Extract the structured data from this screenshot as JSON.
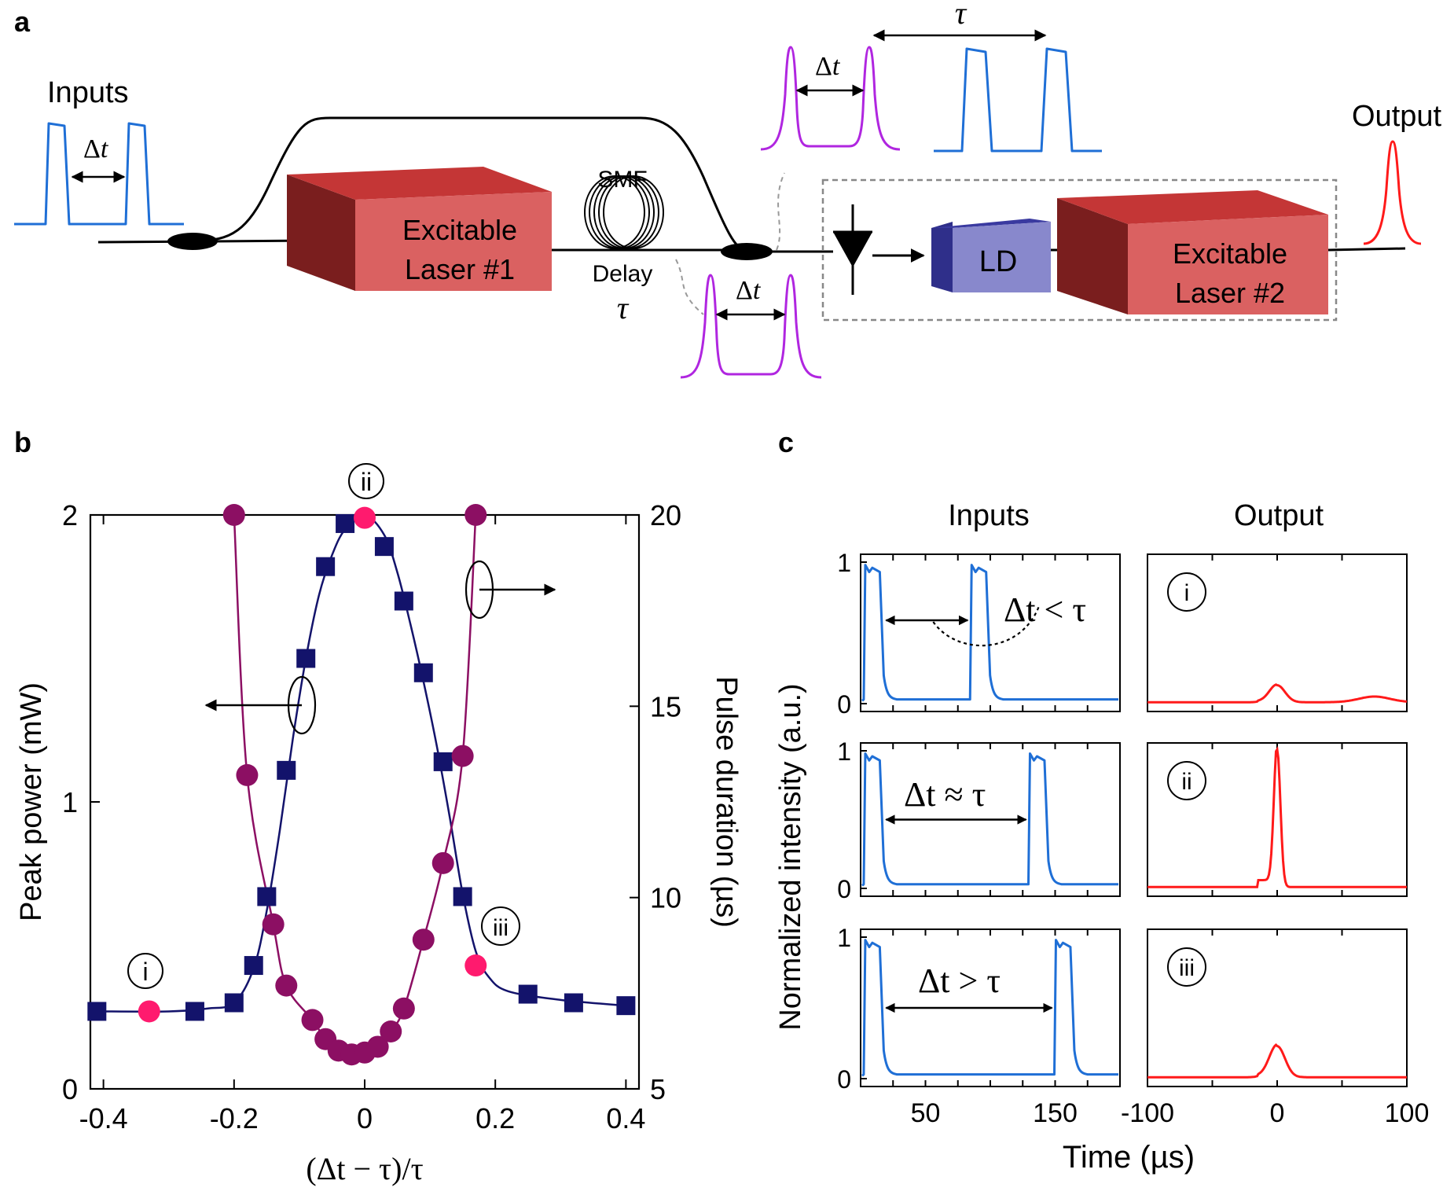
{
  "panels": {
    "a": {
      "letter": "a",
      "inputs_label": "Inputs",
      "output_label": "Output",
      "delta_t": "Δt",
      "tau": "τ",
      "laser1_line1": "Excitable",
      "laser1_line2": "Laser #1",
      "laser2_line1": "Excitable",
      "laser2_line2": "Laser #2",
      "smf_label": "SMF",
      "delay_label": "Delay",
      "ld_label": "LD"
    },
    "b": {
      "letter": "b",
      "callouts": {
        "i": "i",
        "ii": "ii",
        "iii": "iii"
      }
    },
    "c": {
      "letter": "c",
      "col_inputs": "Inputs",
      "col_output": "Output",
      "ylabel": "Normalized intensity (a.u.)",
      "xlabel": "Time (µs)",
      "rows": [
        {
          "roman": "i",
          "annotation": "Δt < τ"
        },
        {
          "roman": "ii",
          "annotation": "Δt ≈ τ"
        },
        {
          "roman": "iii",
          "annotation": "Δt > τ"
        }
      ],
      "left_xticks": [
        "50",
        "150"
      ],
      "right_xticks": [
        "-100",
        "0",
        "100"
      ],
      "yticks": [
        "0",
        "1"
      ]
    }
  },
  "chart_data": [
    {
      "type": "scatter",
      "panel": "b",
      "xlabel": "(Δt − τ)/τ",
      "ylabel": "Peak power (mW)",
      "ylabel_right": "Pulse duration (µs)",
      "xlim": [
        -0.42,
        0.42
      ],
      "ylim": [
        0,
        2
      ],
      "ylim_right": [
        5,
        20
      ],
      "xticks": [
        "-0.4",
        "-0.2",
        "0",
        "0.2",
        "0.4"
      ],
      "yticks": [
        "0",
        "1",
        "2"
      ],
      "yticks_right": [
        "5",
        "10",
        "15",
        "20"
      ],
      "series": [
        {
          "marker": "square",
          "color": "#13136b",
          "axis": "left",
          "points": [
            [
              -0.41,
              0.27
            ],
            [
              -0.26,
              0.27
            ],
            [
              -0.2,
              0.3
            ],
            [
              -0.17,
              0.43
            ],
            [
              -0.15,
              0.67
            ],
            [
              -0.12,
              1.11
            ],
            [
              -0.09,
              1.5
            ],
            [
              -0.06,
              1.82
            ],
            [
              -0.03,
              1.97
            ],
            [
              0.03,
              1.89
            ],
            [
              0.06,
              1.7
            ],
            [
              0.09,
              1.45
            ],
            [
              0.12,
              1.14
            ],
            [
              0.15,
              0.67
            ],
            [
              0.25,
              0.33
            ],
            [
              0.32,
              0.3
            ],
            [
              0.4,
              0.29
            ]
          ],
          "fit": [
            [
              -0.41,
              0.27
            ],
            [
              -0.3,
              0.27
            ],
            [
              -0.24,
              0.28
            ],
            [
              -0.2,
              0.3
            ],
            [
              -0.17,
              0.42
            ],
            [
              -0.15,
              0.62
            ],
            [
              -0.13,
              0.9
            ],
            [
              -0.11,
              1.22
            ],
            [
              -0.09,
              1.5
            ],
            [
              -0.07,
              1.72
            ],
            [
              -0.05,
              1.86
            ],
            [
              -0.03,
              1.95
            ],
            [
              0,
              2.0
            ],
            [
              0.03,
              1.93
            ],
            [
              0.05,
              1.8
            ],
            [
              0.07,
              1.62
            ],
            [
              0.09,
              1.42
            ],
            [
              0.11,
              1.2
            ],
            [
              0.13,
              0.95
            ],
            [
              0.15,
              0.68
            ],
            [
              0.17,
              0.48
            ],
            [
              0.19,
              0.39
            ],
            [
              0.22,
              0.34
            ],
            [
              0.3,
              0.31
            ],
            [
              0.4,
              0.29
            ]
          ]
        },
        {
          "marker": "circle",
          "color": "#8c0f63",
          "axis": "right",
          "points": [
            [
              -0.2,
              20.0
            ],
            [
              -0.18,
              13.2
            ],
            [
              -0.14,
              9.3
            ],
            [
              -0.12,
              7.7
            ],
            [
              -0.08,
              6.8
            ],
            [
              -0.06,
              6.3
            ],
            [
              -0.04,
              6.0
            ],
            [
              -0.02,
              5.9
            ],
            [
              0.0,
              5.95
            ],
            [
              0.02,
              6.1
            ],
            [
              0.04,
              6.5
            ],
            [
              0.06,
              7.1
            ],
            [
              0.09,
              8.9
            ],
            [
              0.12,
              10.9
            ],
            [
              0.15,
              13.7
            ],
            [
              0.17,
              20.0
            ]
          ],
          "fit": [
            [
              -0.2,
              20.0
            ],
            [
              -0.18,
              13.2
            ],
            [
              -0.14,
              9.3
            ],
            [
              -0.12,
              7.7
            ],
            [
              -0.08,
              6.8
            ],
            [
              -0.06,
              6.3
            ],
            [
              -0.04,
              6.0
            ],
            [
              -0.02,
              5.9
            ],
            [
              0.0,
              5.95
            ],
            [
              0.02,
              6.1
            ],
            [
              0.04,
              6.5
            ],
            [
              0.06,
              7.1
            ],
            [
              0.09,
              8.9
            ],
            [
              0.12,
              10.9
            ],
            [
              0.15,
              13.7
            ],
            [
              0.17,
              20.0
            ]
          ]
        },
        {
          "marker": "circle",
          "color": "#ff1a6e",
          "axis": "left",
          "points": [
            [
              -0.33,
              0.27
            ],
            [
              0.0,
              1.99
            ],
            [
              0.17,
              0.43
            ]
          ]
        }
      ]
    },
    {
      "type": "line",
      "panel": "c",
      "rows": [
        {
          "inputs_xlim": [
            0,
            200
          ],
          "inputs_pulses": [
            [
              3,
              16
            ],
            [
              85,
              98
            ]
          ],
          "output_xlim": [
            -100,
            100
          ],
          "output_peak": {
            "center": 0,
            "height": 0.12,
            "width": 6
          },
          "output_bump": {
            "center": 75,
            "height": 0.04,
            "width": 12
          }
        },
        {
          "inputs_xlim": [
            0,
            200
          ],
          "inputs_pulses": [
            [
              3,
              16
            ],
            [
              130,
              143
            ]
          ],
          "output_xlim": [
            -100,
            100
          ],
          "output_peak": {
            "center": 0,
            "height": 1.0,
            "width": 2.5
          }
        },
        {
          "inputs_xlim": [
            0,
            200
          ],
          "inputs_pulses": [
            [
              3,
              16
            ],
            [
              150,
              163
            ]
          ],
          "output_xlim": [
            -100,
            100
          ],
          "output_peak": {
            "center": 0,
            "height": 0.22,
            "width": 6
          }
        }
      ]
    }
  ]
}
